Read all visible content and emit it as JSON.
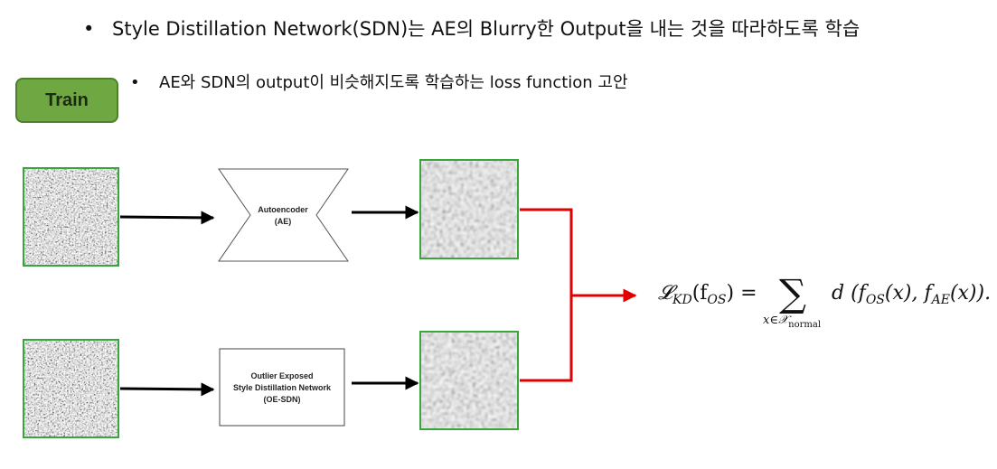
{
  "bullets": {
    "level1": "Style Distillation Network(SDN)는 AE의 Blurry한 Output을 내는 것을 따라하도록 학습",
    "level2": "AE와 SDN의 output이 비슷해지도록 학습하는 loss function 고안",
    "marker": "•"
  },
  "badge": {
    "label": "Train",
    "color": "#6fa843"
  },
  "nodes": {
    "autoencoder": {
      "line1": "Autoencoder",
      "line2": "(AE)"
    },
    "oe_sdn": {
      "line1": "Outlier Exposed",
      "line2": "Style Distillation Network",
      "line3": "(OE-SDN)"
    }
  },
  "formula": {
    "lhs_symbol": "𝓛",
    "lhs_sub": "KD",
    "lhs_arg": "(f",
    "lhs_arg_sub": "OS",
    "lhs_close": ") =",
    "sum": "∑",
    "sum_sub": "x∈𝒳",
    "sum_sub_sub": "normal",
    "rhs": "d (f",
    "rhs_sub1": "OS",
    "rhs_mid": "(x), f",
    "rhs_sub2": "AE",
    "rhs_end": "(x))."
  },
  "colors": {
    "arrow": "#000000",
    "merge_arrow": "#e00000",
    "image_border": "#3aa53a"
  }
}
